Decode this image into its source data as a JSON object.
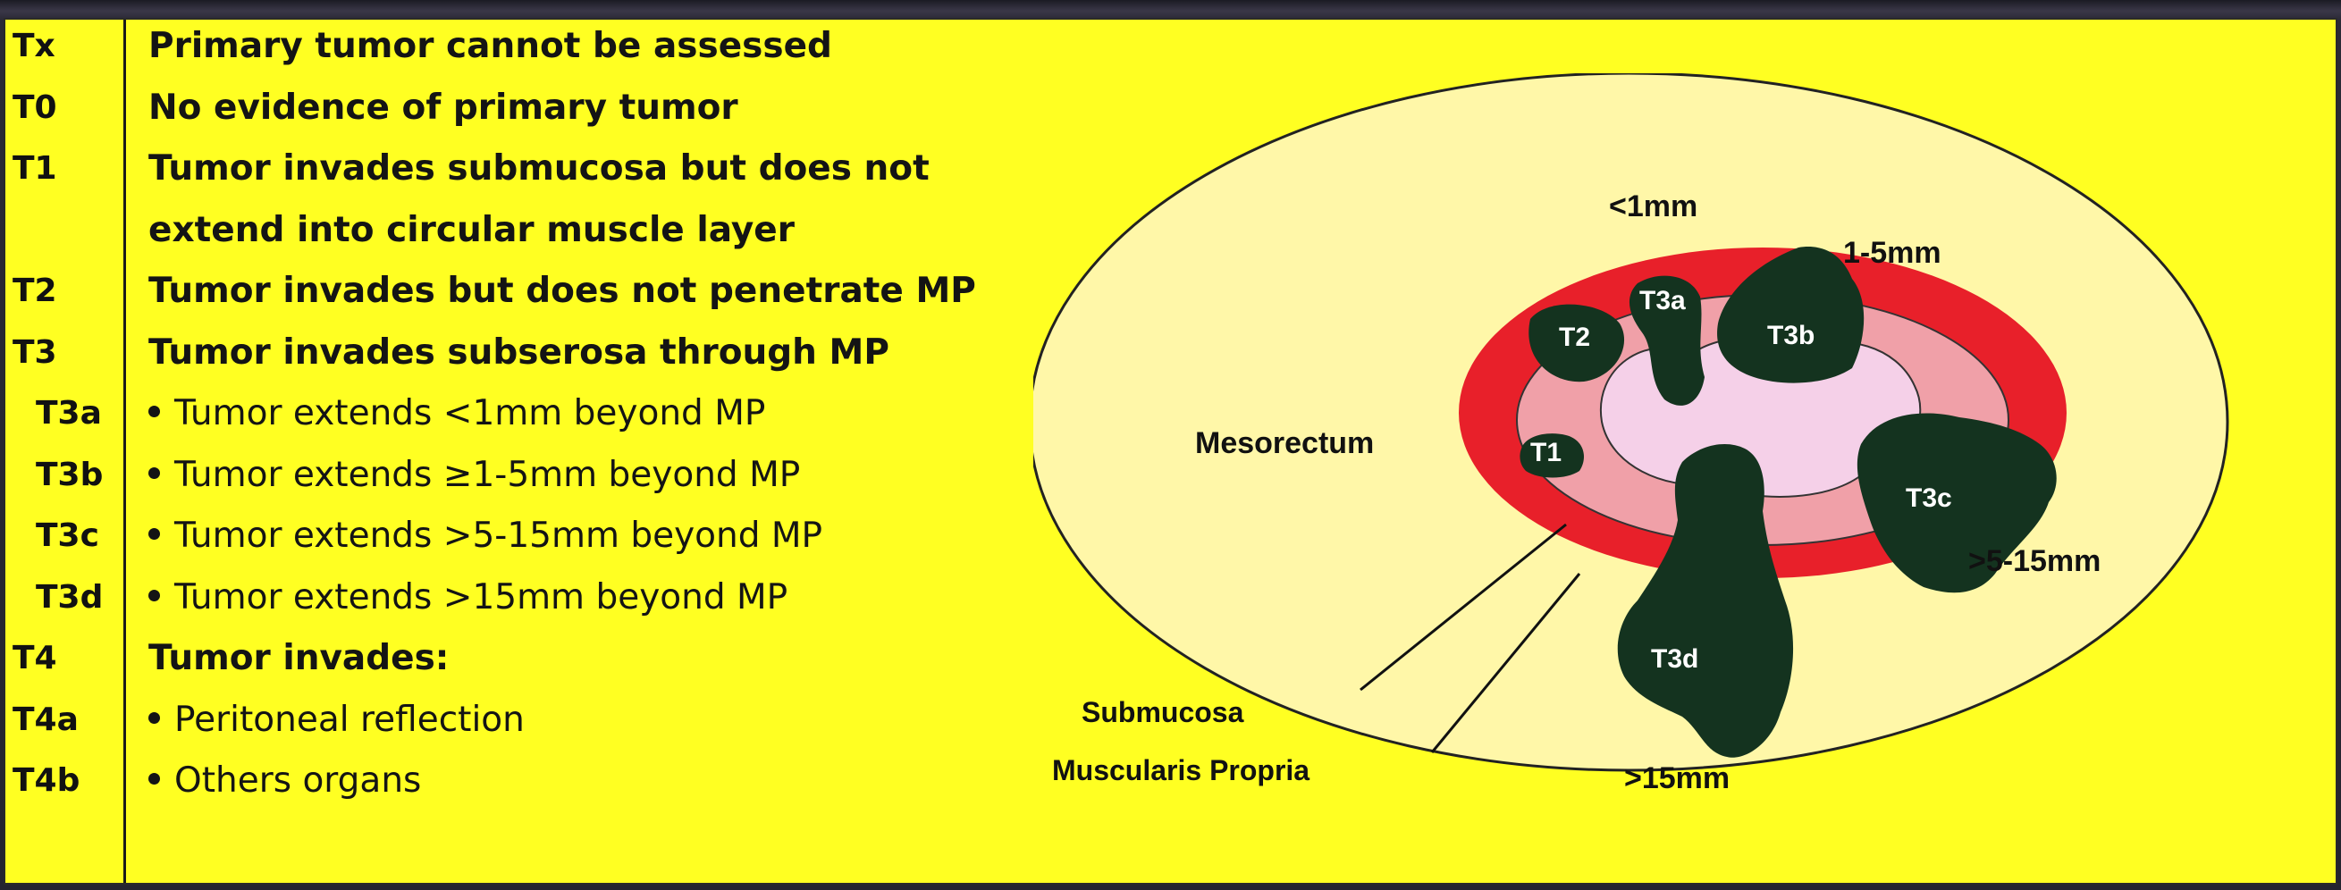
{
  "staging_table": [
    {
      "code": "Tx",
      "text": "Primary tumor cannot be assessed",
      "bullet": false,
      "sub": false
    },
    {
      "code": "T0",
      "text": "No evidence of primary tumor",
      "bullet": false,
      "sub": false
    },
    {
      "code": "T1",
      "text": "Tumor invades submucosa but does not",
      "bullet": false,
      "sub": false
    },
    {
      "code": "",
      "text": "extend into circular muscle layer",
      "bullet": false,
      "sub": false
    },
    {
      "code": "T2",
      "text": "Tumor invades but does not penetrate MP",
      "bullet": false,
      "sub": false
    },
    {
      "code": "T3",
      "text": "Tumor invades subserosa through MP",
      "bullet": false,
      "sub": false
    },
    {
      "code": "T3a",
      "text": "Tumor extends <1mm beyond MP",
      "bullet": true,
      "sub": true
    },
    {
      "code": "T3b",
      "text": "Tumor extends ≥1-5mm beyond MP",
      "bullet": true,
      "sub": true
    },
    {
      "code": "T3c",
      "text": "Tumor extends >5-15mm beyond MP",
      "bullet": true,
      "sub": true
    },
    {
      "code": "T3d",
      "text": "Tumor extends >15mm beyond MP",
      "bullet": true,
      "sub": true
    },
    {
      "code": "T4",
      "text": "Tumor invades:",
      "bullet": false,
      "sub": false
    },
    {
      "code": "T4a",
      "text": "Peritoneal reflection",
      "bullet": true,
      "sub": false
    },
    {
      "code": "T4b",
      "text": "Others organs",
      "bullet": true,
      "sub": false
    }
  ],
  "diagram": {
    "mesorectum_label": "Mesorectum",
    "submucosa_label": "Submucosa",
    "muscularis_label": "Muscularis Propria",
    "distance_labels": {
      "lt1mm": "<1mm",
      "d1_5mm": "1-5mm",
      "d5_15mm": ">5-15mm",
      "gt15mm": ">15mm"
    },
    "tumor_labels": {
      "t1": "T1",
      "t2": "T2",
      "t3a": "T3a",
      "t3b": "T3b",
      "t3c": "T3c",
      "t3d": "T3d"
    },
    "colors": {
      "background": "#ffff22",
      "mesorectum": "#fff7a8",
      "muscularis": "#e8202a",
      "submucosa": "#f0a0a8",
      "lumen": "#f5d0e8",
      "tumor": "#14331f"
    }
  }
}
